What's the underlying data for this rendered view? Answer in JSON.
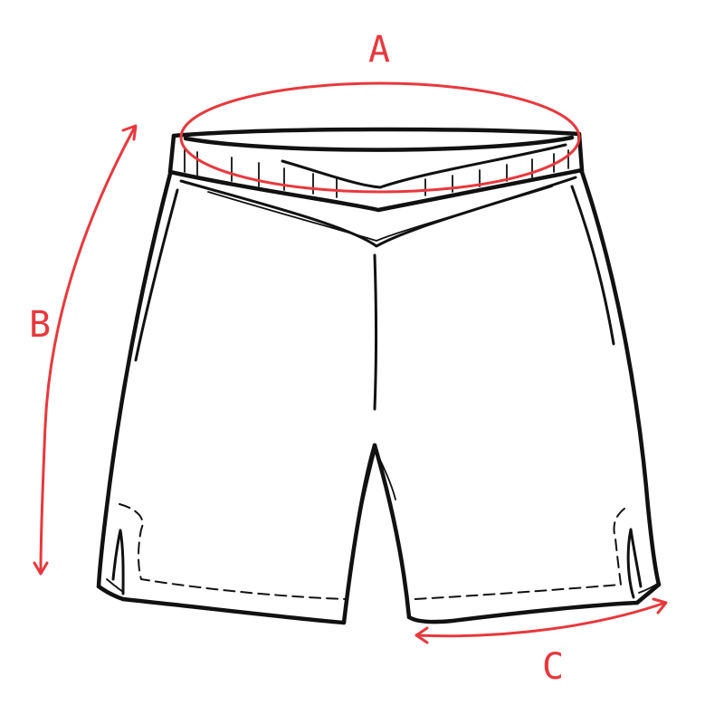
{
  "diagram": {
    "labels": {
      "a": "A",
      "b": "B",
      "c": "C"
    },
    "colors": {
      "measure": "#e8383d",
      "ink": "#111111",
      "background": "#ffffff"
    }
  }
}
